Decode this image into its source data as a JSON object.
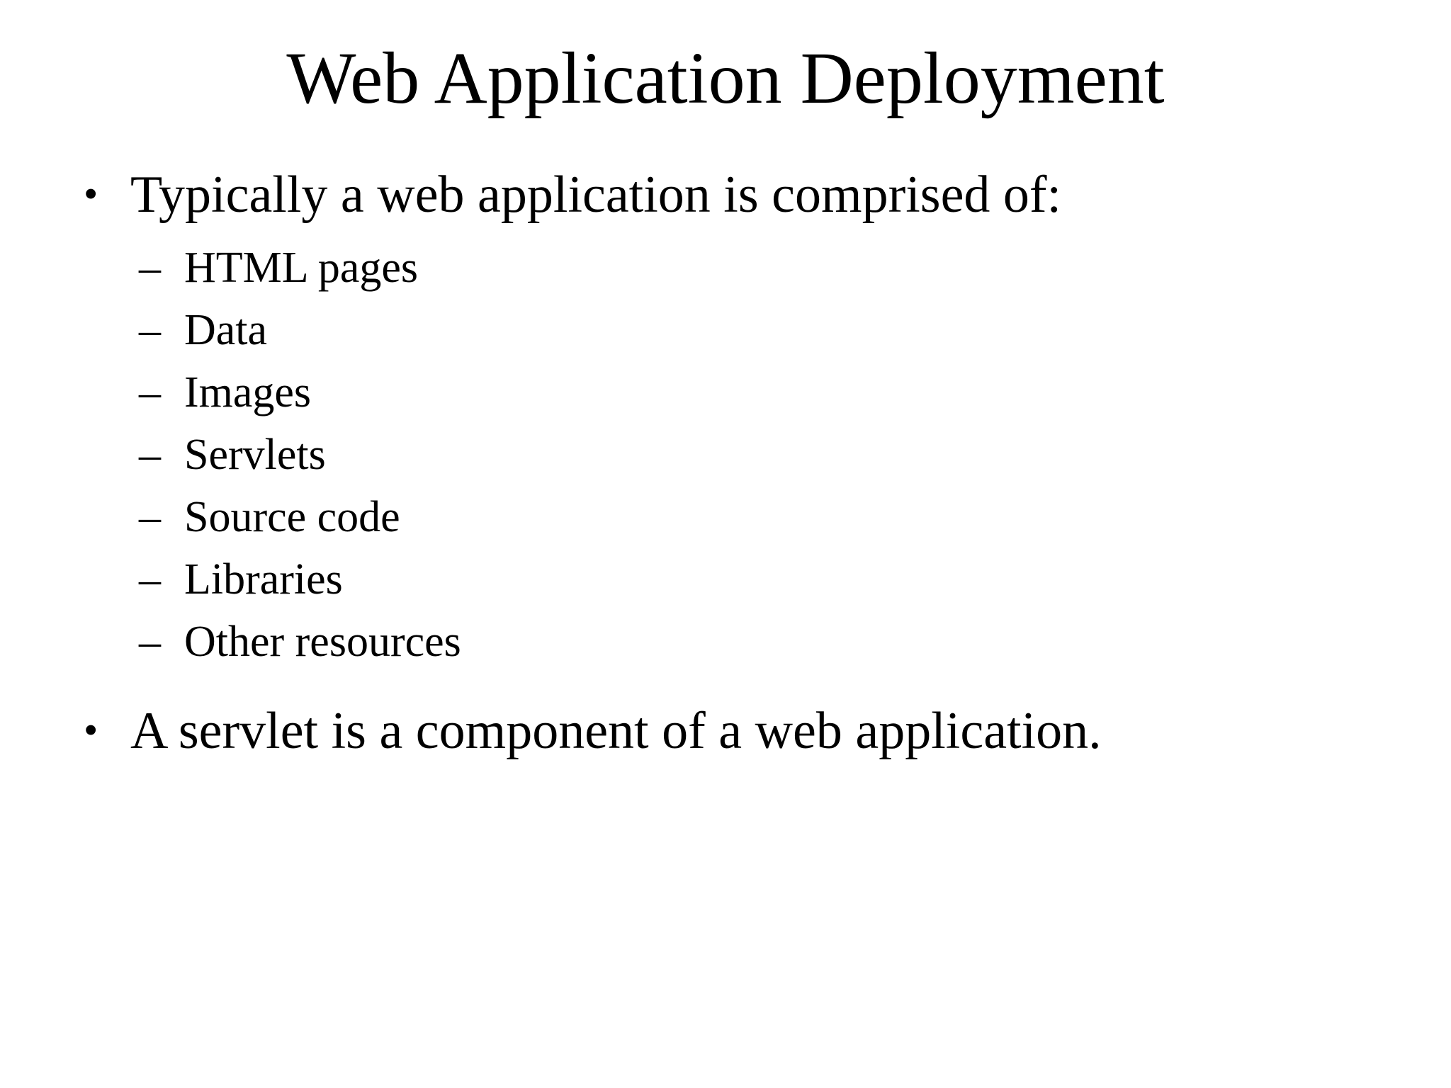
{
  "slide": {
    "background_color": "#ffffff",
    "text_color": "#000000",
    "title": "Web Application Deployment",
    "bullet_char": "•",
    "sub_bullet_char": "–",
    "bullets": [
      {
        "text": "Typically a web application is comprised of:",
        "sub_items": [
          "HTML pages",
          "Data",
          "Images",
          "Servlets",
          "Source code",
          "Libraries",
          "Other resources"
        ]
      },
      {
        "text": "A servlet is a component of a web application.",
        "sub_items": []
      }
    ]
  }
}
